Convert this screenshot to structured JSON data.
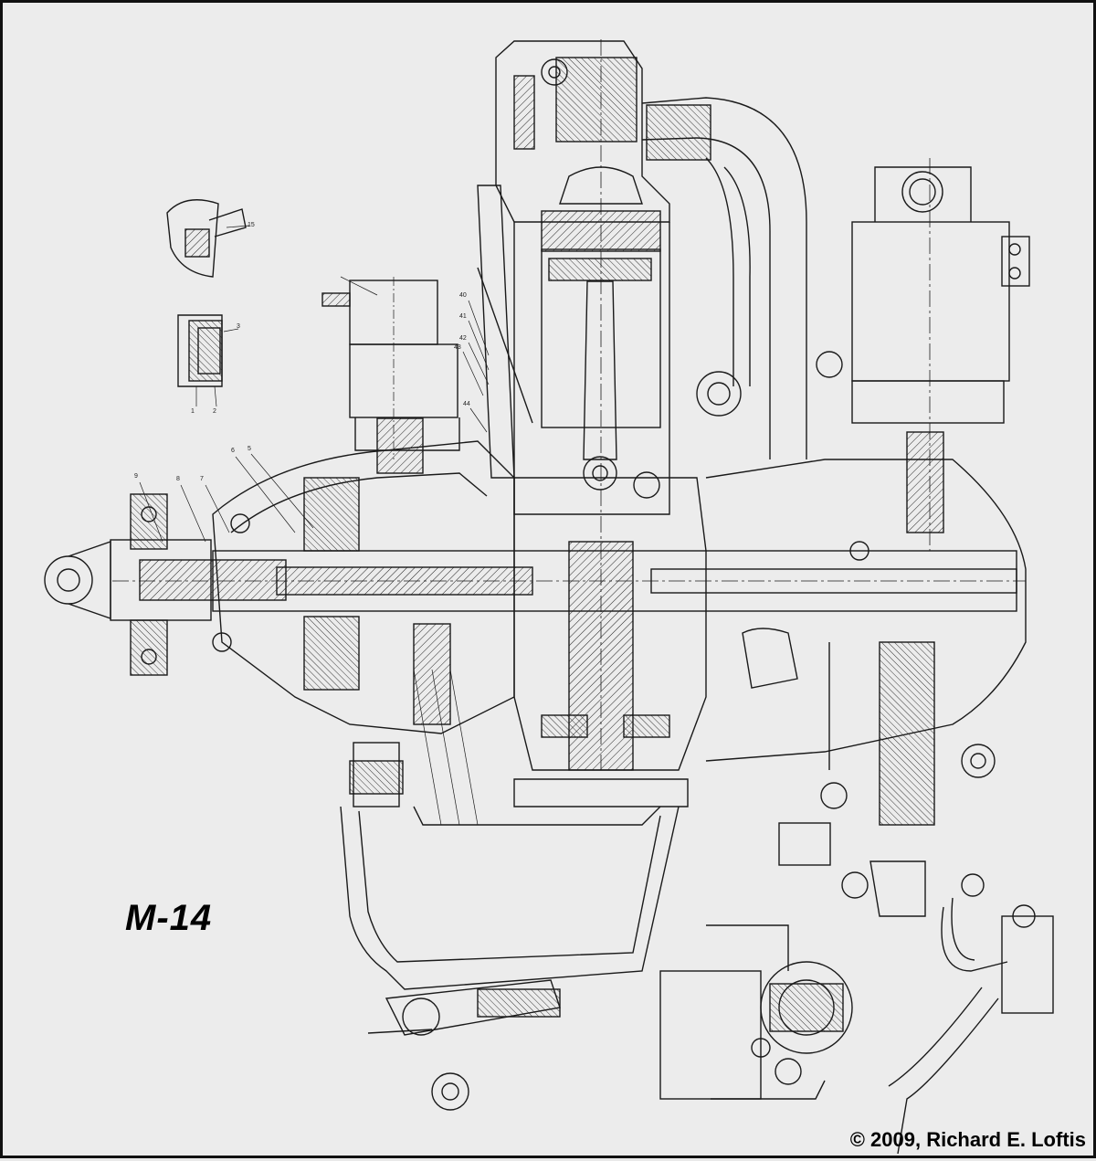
{
  "title": "M-14",
  "copyright": "© 2009, Richard E. Loftis",
  "callouts": [
    "15",
    "3",
    "1",
    "2",
    "9",
    "8",
    "7",
    "6",
    "5",
    "40",
    "41",
    "42",
    "43",
    "44"
  ]
}
